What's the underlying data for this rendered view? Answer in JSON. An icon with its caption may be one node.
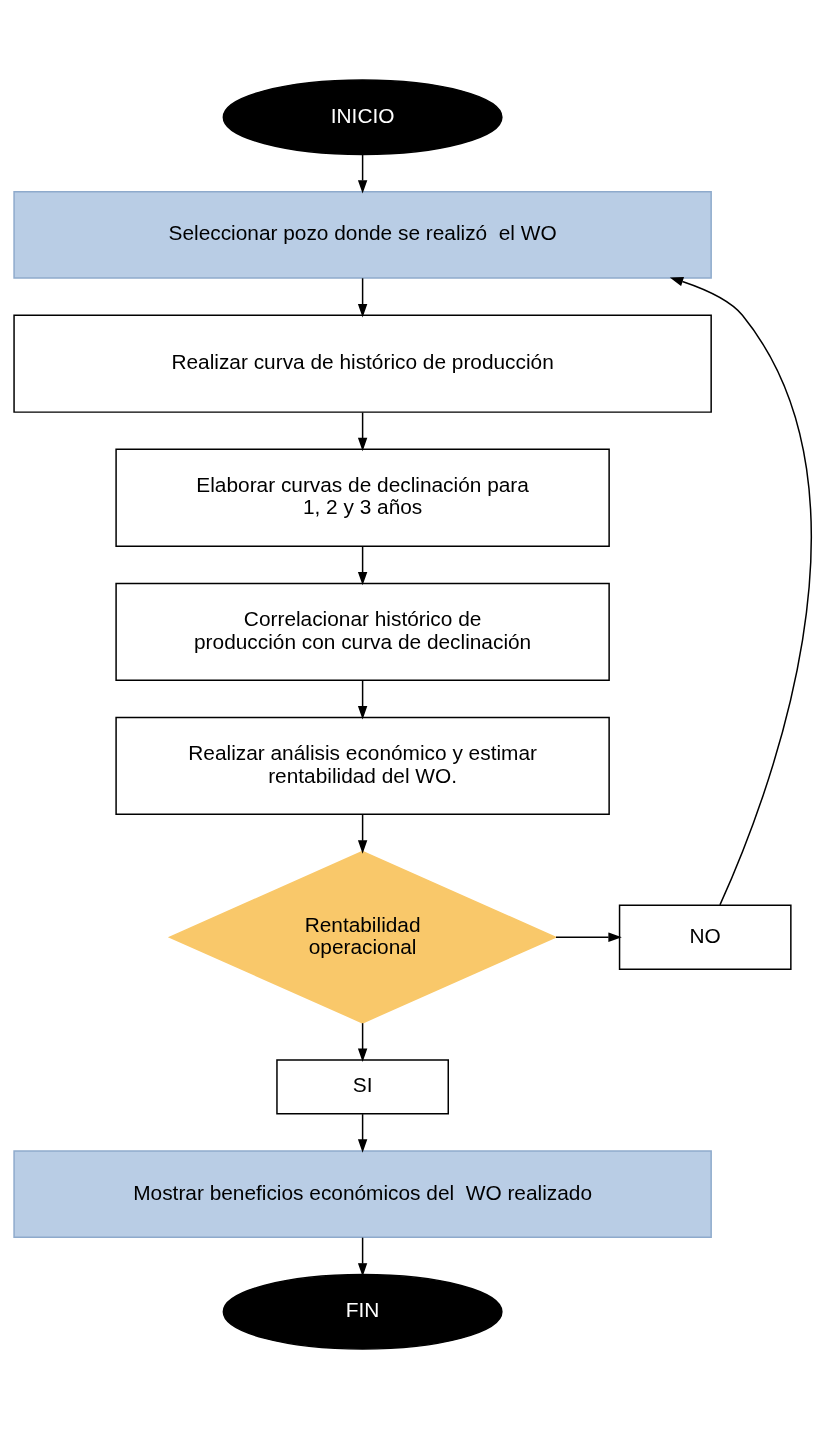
{
  "diagram": {
    "nodes": [
      {
        "text": [
          "INICIO"
        ]
      },
      {
        "text": [
          "Seleccionar pozo donde se realizó  el WO"
        ]
      },
      {
        "text": [
          "Realizar curva de histórico de producción"
        ]
      },
      {
        "text": [
          "Elaborar curvas de declinación para 1, 2 y 3 años"
        ]
      },
      {
        "text": [
          "Correlacionar histórico de producción con curva de declinación"
        ]
      },
      {
        "text": [
          "Realizar análisis económico y estimar rentabilidad del WO."
        ]
      },
      {
        "text": [
          "Rentabilidad operacional"
        ]
      },
      {
        "text": [
          "NO"
        ]
      },
      {
        "text": [
          "SI"
        ]
      },
      {
        "text": [
          "Mostrar beneficios económicos del  WO realizado"
        ]
      },
      {
        "text": [
          "FIN"
        ]
      }
    ],
    "edges": [
      {
        "from": 0,
        "to": 1,
        "arrow": "to"
      },
      {
        "from": 1,
        "to": 2,
        "arrow": "to"
      },
      {
        "from": 2,
        "to": 3,
        "arrow": "to"
      },
      {
        "from": 3,
        "to": 4,
        "arrow": "to"
      },
      {
        "from": 4,
        "to": 5,
        "arrow": "to"
      },
      {
        "from": 5,
        "to": 6,
        "arrow": "to"
      },
      {
        "from": 6,
        "to": 7,
        "arrow": "to"
      },
      {
        "from": 7,
        "to": 1,
        "arrow": "to"
      },
      {
        "from": 6,
        "to": 8,
        "arrow": "to"
      },
      {
        "from": 8,
        "to": 9,
        "arrow": "to"
      },
      {
        "from": 9,
        "to": 10,
        "arrow": "to"
      }
    ]
  }
}
